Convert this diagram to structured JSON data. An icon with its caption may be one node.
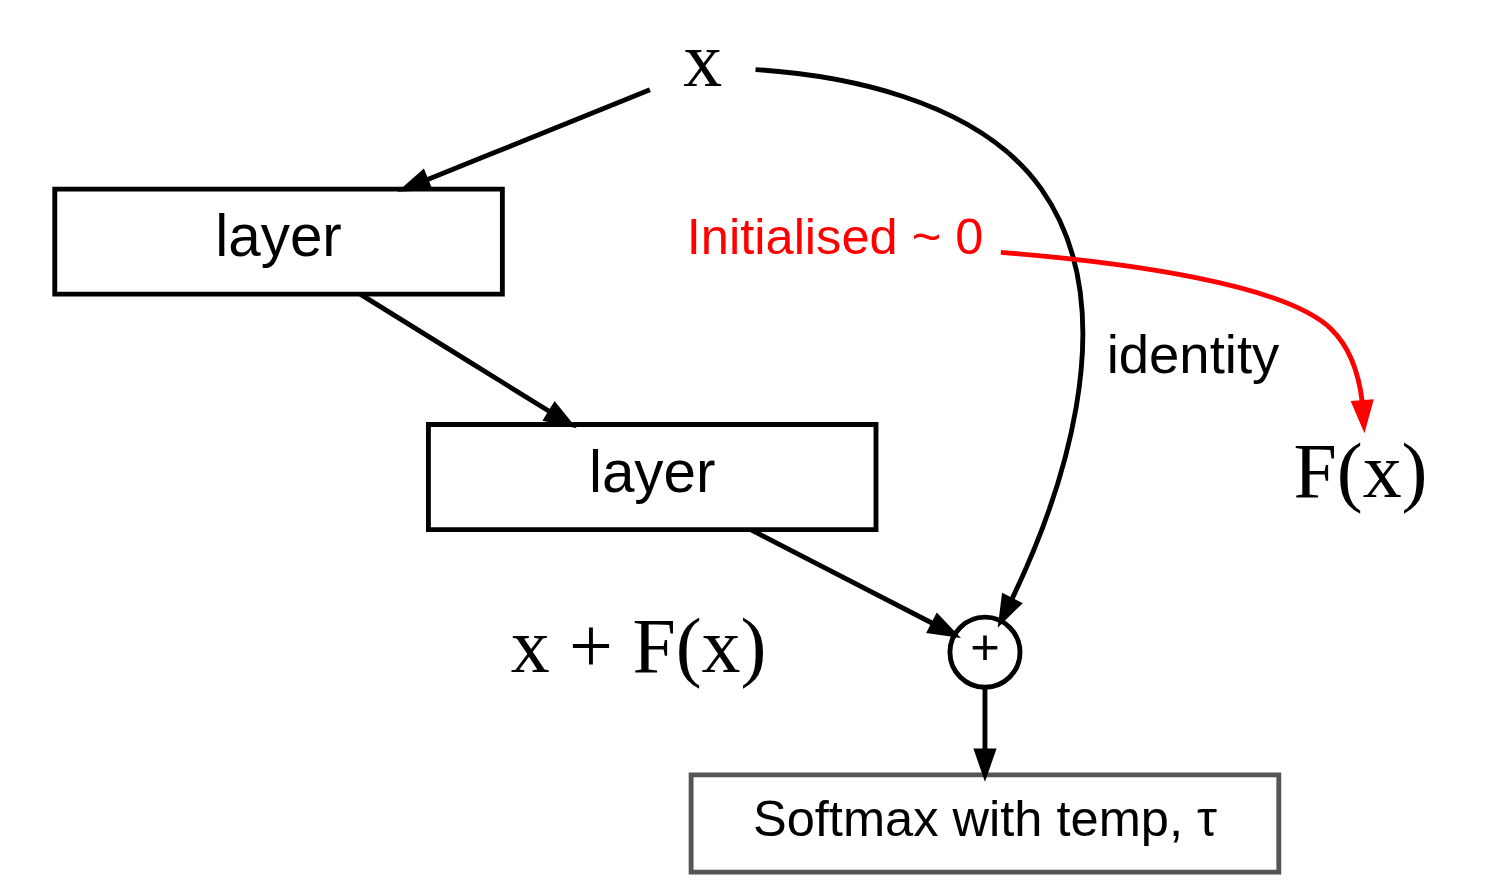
{
  "diagram": {
    "nodes": [
      {
        "text": [
          "x"
        ]
      },
      {
        "text": [
          "layer"
        ]
      },
      {
        "text": [
          "layer"
        ]
      },
      {
        "text": [
          "+"
        ]
      },
      {
        "text": [
          "Softmax with temp, τ"
        ]
      },
      {
        "text": [
          "Initialised ~ 0"
        ]
      },
      {
        "text": [
          "F(x)"
        ]
      }
    ],
    "edges": [
      {
        "from": 0,
        "to": 1,
        "arrow": "to"
      },
      {
        "from": 1,
        "to": 2,
        "arrow": "to"
      },
      {
        "from": 2,
        "to": 3,
        "arrow": "to"
      },
      {
        "from": 0,
        "to": 3,
        "arrow": "to",
        "label": "identity"
      },
      {
        "from": 3,
        "to": 4,
        "arrow": "to"
      },
      {
        "from": 5,
        "to": 6,
        "arrow": "to",
        "color": "#ff0000"
      }
    ],
    "labels": [
      "x + F(x)"
    ]
  }
}
